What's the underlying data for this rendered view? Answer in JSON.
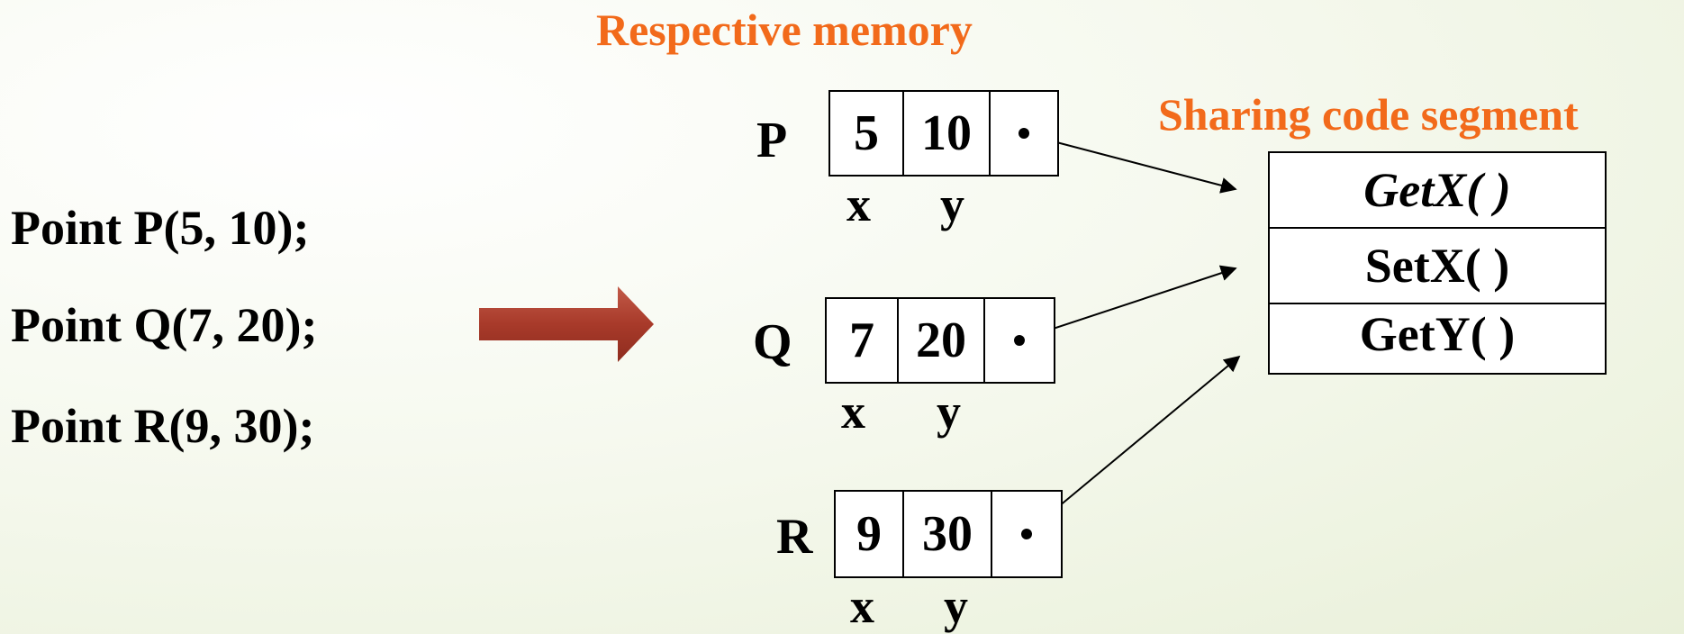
{
  "titles": {
    "memory": "Respective memory",
    "code": "Sharing code segment"
  },
  "declarations": [
    "Point  P(5, 10);",
    "Point  Q(7, 20);",
    "Point  R(9, 30);"
  ],
  "objects": [
    {
      "label": "P",
      "x": "5",
      "y": "10"
    },
    {
      "label": "Q",
      "x": "7",
      "y": "20"
    },
    {
      "label": "R",
      "x": "9",
      "y": "30"
    }
  ],
  "field_labels": {
    "x": "x",
    "y": "y"
  },
  "code_segment": [
    "GetX( )",
    "SetX( )",
    "GetY( )"
  ],
  "colors": {
    "accent": "#f26a1b",
    "arrow": "#a83a2a"
  }
}
